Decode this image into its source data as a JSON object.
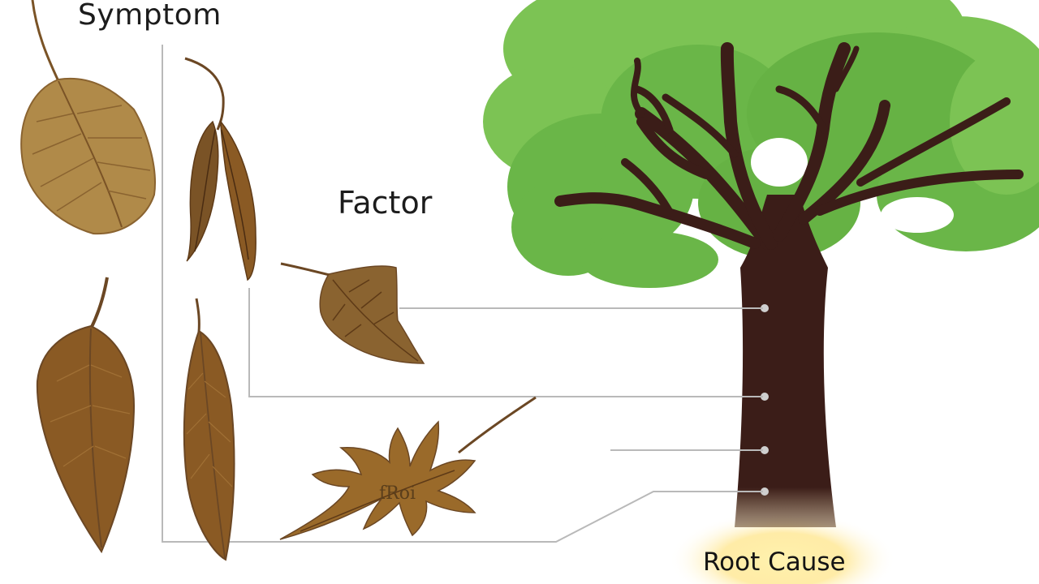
{
  "labels": {
    "symptom": "Symptom",
    "factor": "Factor",
    "root_cause": "Root Cause",
    "leaf_text": "fRoi"
  },
  "colors": {
    "background": "#ffffff",
    "foliage_light": "#7cc354",
    "foliage_dark": "#5aa63a",
    "trunk": "#3b1d18",
    "leaf_tan": "#b08a49",
    "leaf_brown": "#8a5a24",
    "leaf_dark": "#5e3a17",
    "connector_line": "#b9b9b9",
    "glow": "#ffe58a"
  },
  "icons": {
    "tree": "tree-icon",
    "leaves": [
      "leaf-icon",
      "withered-leaf-icon",
      "crinkled-leaf-icon",
      "oak-leaf-icon",
      "narrow-leaf-icon",
      "curled-leaf-icon"
    ]
  }
}
